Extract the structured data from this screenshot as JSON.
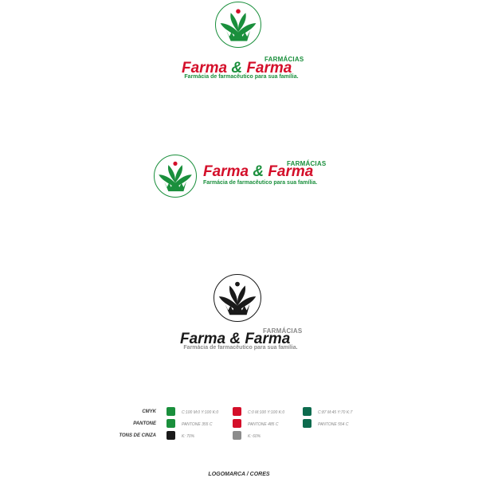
{
  "logos": {
    "title_part1": "Farma",
    "title_amp": "&",
    "title_part2": "Farma",
    "brand": "FARMÁCIAS",
    "tagline": "Farmácia de farmacêutico para sua família."
  },
  "colors": {
    "green": "#1a8f3c",
    "red": "#d40f2a",
    "dark_green": "#0d6b4e",
    "black": "#1a1a1a",
    "gray": "#8c8c8c",
    "brand_gray": "#888888"
  },
  "palette": {
    "rows": [
      {
        "label": "CMYK",
        "swatches": [
          {
            "text": "C:100 M:0 Y:100 K:0",
            "color": "#1a8f3c"
          },
          {
            "text": "C:0 M:100 Y:100 K:0",
            "color": "#d40f2a"
          },
          {
            "text": "C:87 M:45 Y:70 K:7",
            "color": "#0d6b4e"
          }
        ]
      },
      {
        "label": "PANTONE",
        "swatches": [
          {
            "text": "PANTONE 355 C",
            "color": "#1a8f3c"
          },
          {
            "text": "PANTONE 485 C",
            "color": "#d40f2a"
          },
          {
            "text": "PANTONE 554 C",
            "color": "#0d6b4e"
          }
        ]
      },
      {
        "label": "TONS DE CINZA",
        "swatches": [
          {
            "text": "K: 70%",
            "color": "#1a1a1a"
          },
          {
            "text": "K: 60%",
            "color": "#8c8c8c"
          }
        ]
      }
    ]
  },
  "footer": "LOGOMARCA / CORES"
}
